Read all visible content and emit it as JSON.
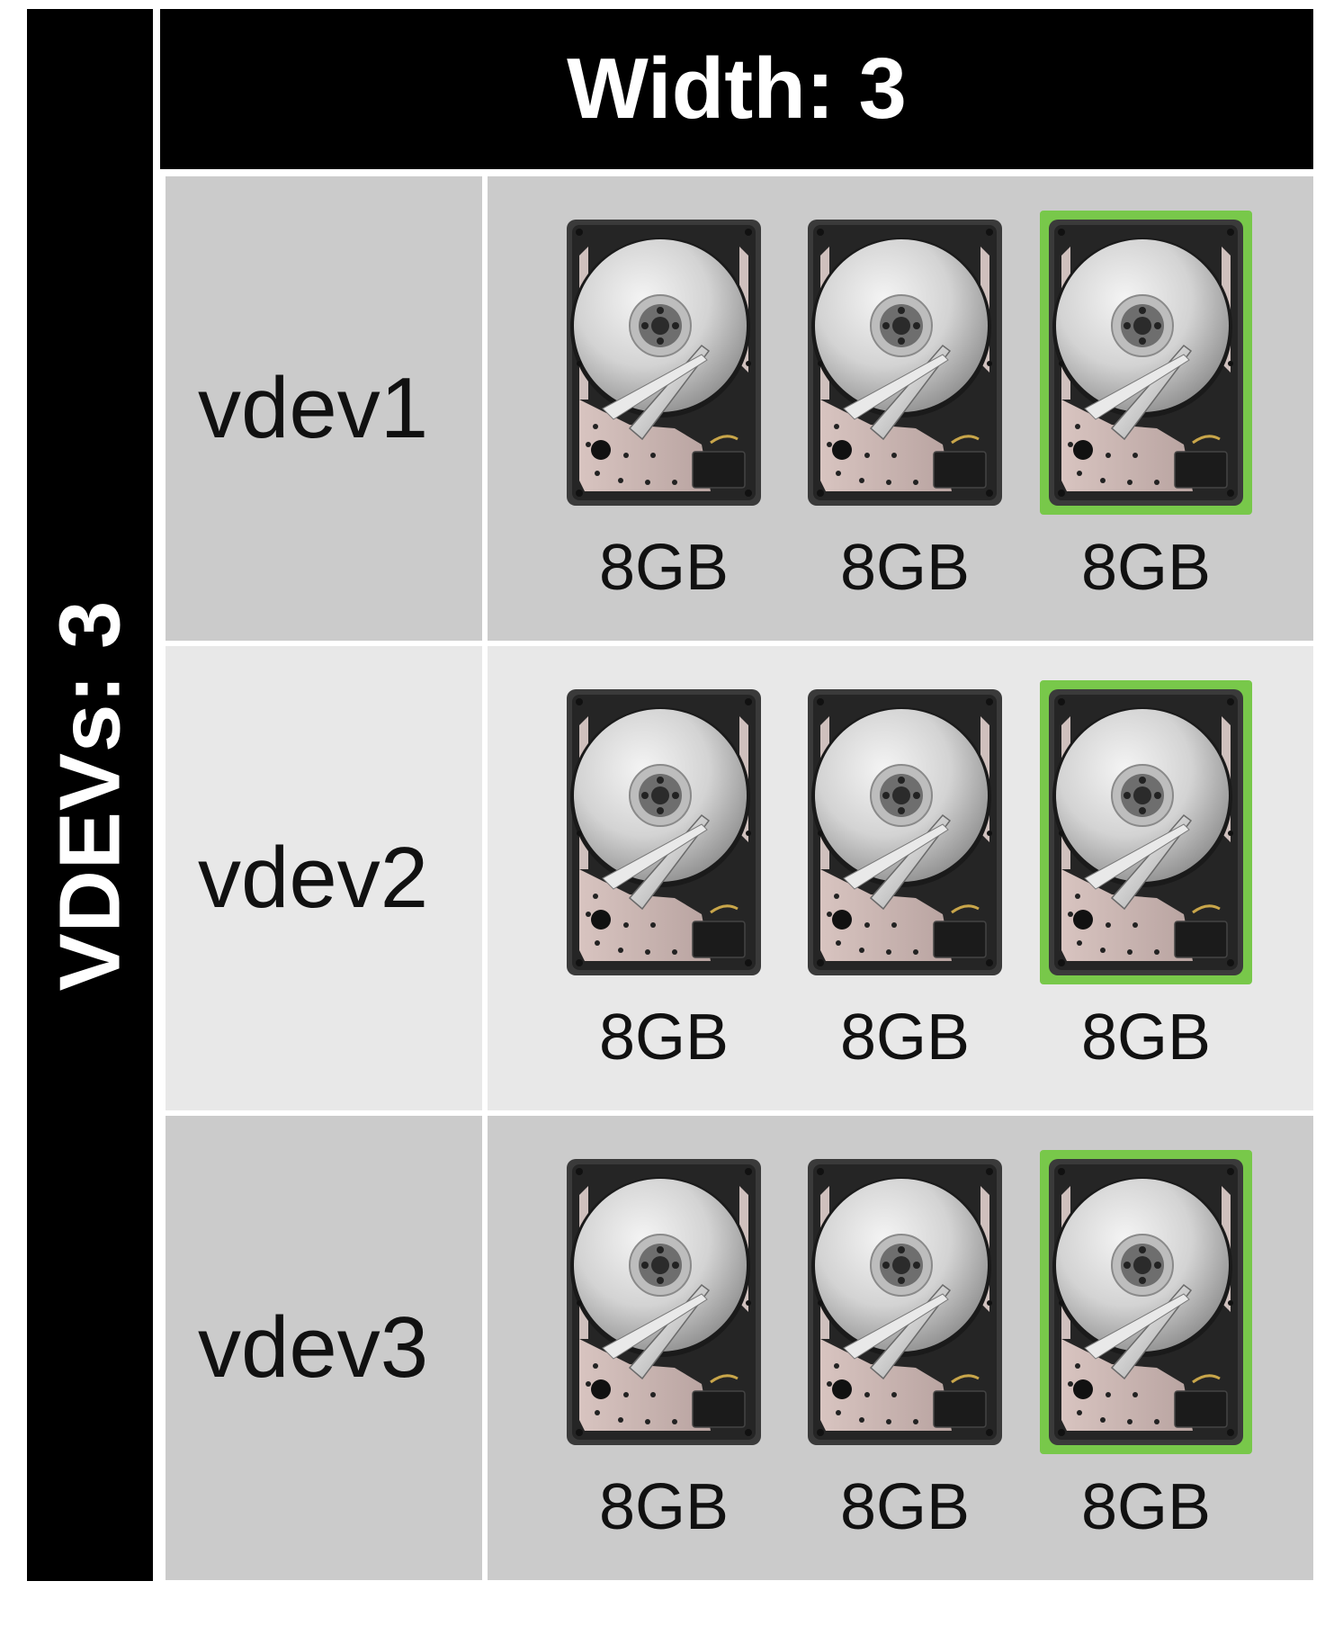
{
  "vdev_count_label": "VDEVs: 3",
  "width_label": "Width: 3",
  "colors": {
    "bar": "#000000",
    "parity_highlight": "#78c84a",
    "row_dark": "#cbcbcb",
    "row_light": "#e8e8e8"
  },
  "vdevs": [
    {
      "name": "vdev1",
      "disks": [
        {
          "size": "8GB",
          "parity": false
        },
        {
          "size": "8GB",
          "parity": false
        },
        {
          "size": "8GB",
          "parity": true
        }
      ]
    },
    {
      "name": "vdev2",
      "disks": [
        {
          "size": "8GB",
          "parity": false
        },
        {
          "size": "8GB",
          "parity": false
        },
        {
          "size": "8GB",
          "parity": true
        }
      ]
    },
    {
      "name": "vdev3",
      "disks": [
        {
          "size": "8GB",
          "parity": false
        },
        {
          "size": "8GB",
          "parity": false
        },
        {
          "size": "8GB",
          "parity": true
        }
      ]
    }
  ]
}
